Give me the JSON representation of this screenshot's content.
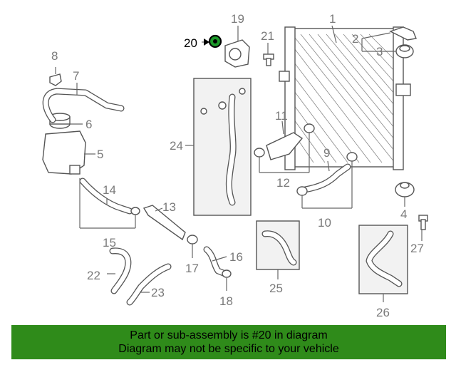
{
  "diagram": {
    "callouts": {
      "c1": "1",
      "c2": "2",
      "c3": "3",
      "c4": "4",
      "c5": "5",
      "c6": "6",
      "c7": "7",
      "c8": "8",
      "c9": "9",
      "c10": "10",
      "c11": "11",
      "c12": "12",
      "c13": "13",
      "c14": "14",
      "c15": "15",
      "c16": "16",
      "c17": "17",
      "c18": "18",
      "c19": "19",
      "c20": "20",
      "c21": "21",
      "c22": "22",
      "c23": "23",
      "c24": "24",
      "c25": "25",
      "c26": "26",
      "c27": "27"
    },
    "highlighted_part": "20",
    "highlight_color": "#1c9a2a",
    "banner_color": "#2f8b1a"
  },
  "banner": {
    "line1": "Part or sub-assembly is #20 in diagram",
    "line2": "Diagram may not be specific to your vehicle"
  }
}
